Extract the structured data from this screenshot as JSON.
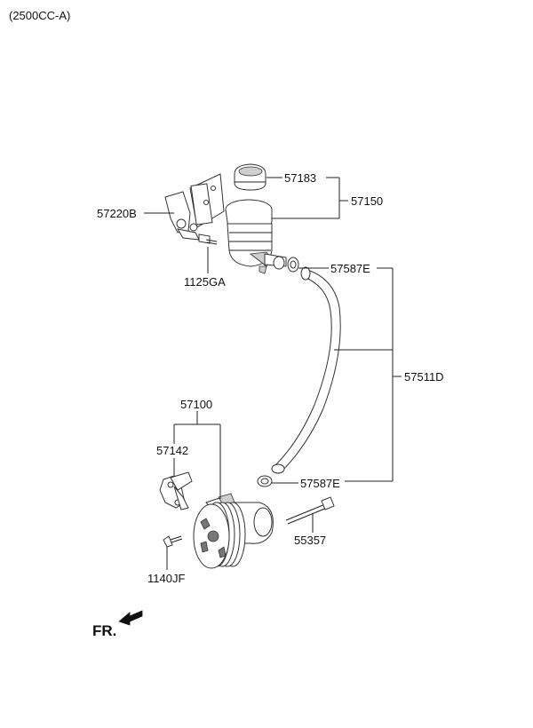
{
  "variant": "(2500CC-A)",
  "labels": {
    "cap": "57183",
    "reservoir_assy": "57150",
    "bracket": "57220B",
    "bracket_bolt": "1125GA",
    "clamp_upper": "57587E",
    "hose": "57511D",
    "pump": "57100",
    "pump_bracket": "57142",
    "clamp_lower": "57587E",
    "pump_bolt": "55357",
    "pump_screw": "1140JF"
  },
  "direction_marker": "FR."
}
